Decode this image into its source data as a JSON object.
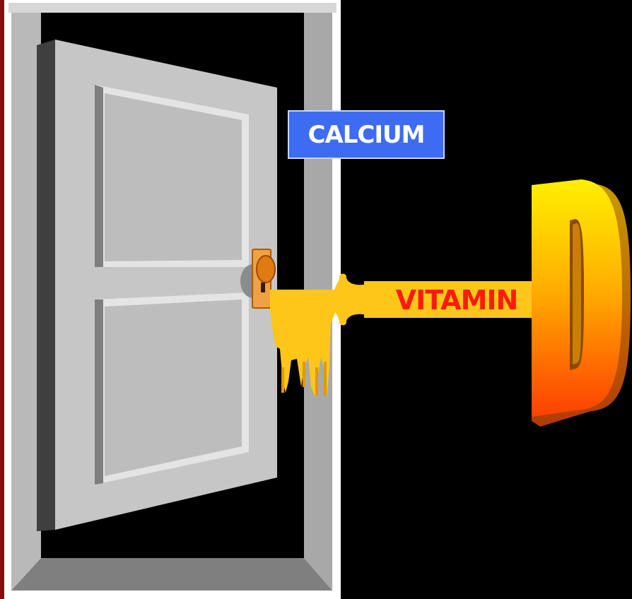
{
  "labels": {
    "door_sign": "CALCIUM",
    "key_shaft": "VITAMIN",
    "key_head_letter": "D"
  },
  "colors": {
    "background": "#000000",
    "door_sign_bg": "#3b6cf4",
    "door_sign_text": "#ffffff",
    "vitamin_text": "#ff1a0a",
    "key_yellow": "#ffcc1a",
    "d_gradient_top": "#ffe800",
    "d_gradient_bottom": "#ff4a00",
    "door_gray": "#c3c3c3",
    "frame_gray": "#9e9e9e",
    "knob_orange": "#e9811a"
  },
  "icons": {
    "door": "open-door-icon",
    "knob": "doorknob-icon",
    "key": "key-icon"
  }
}
